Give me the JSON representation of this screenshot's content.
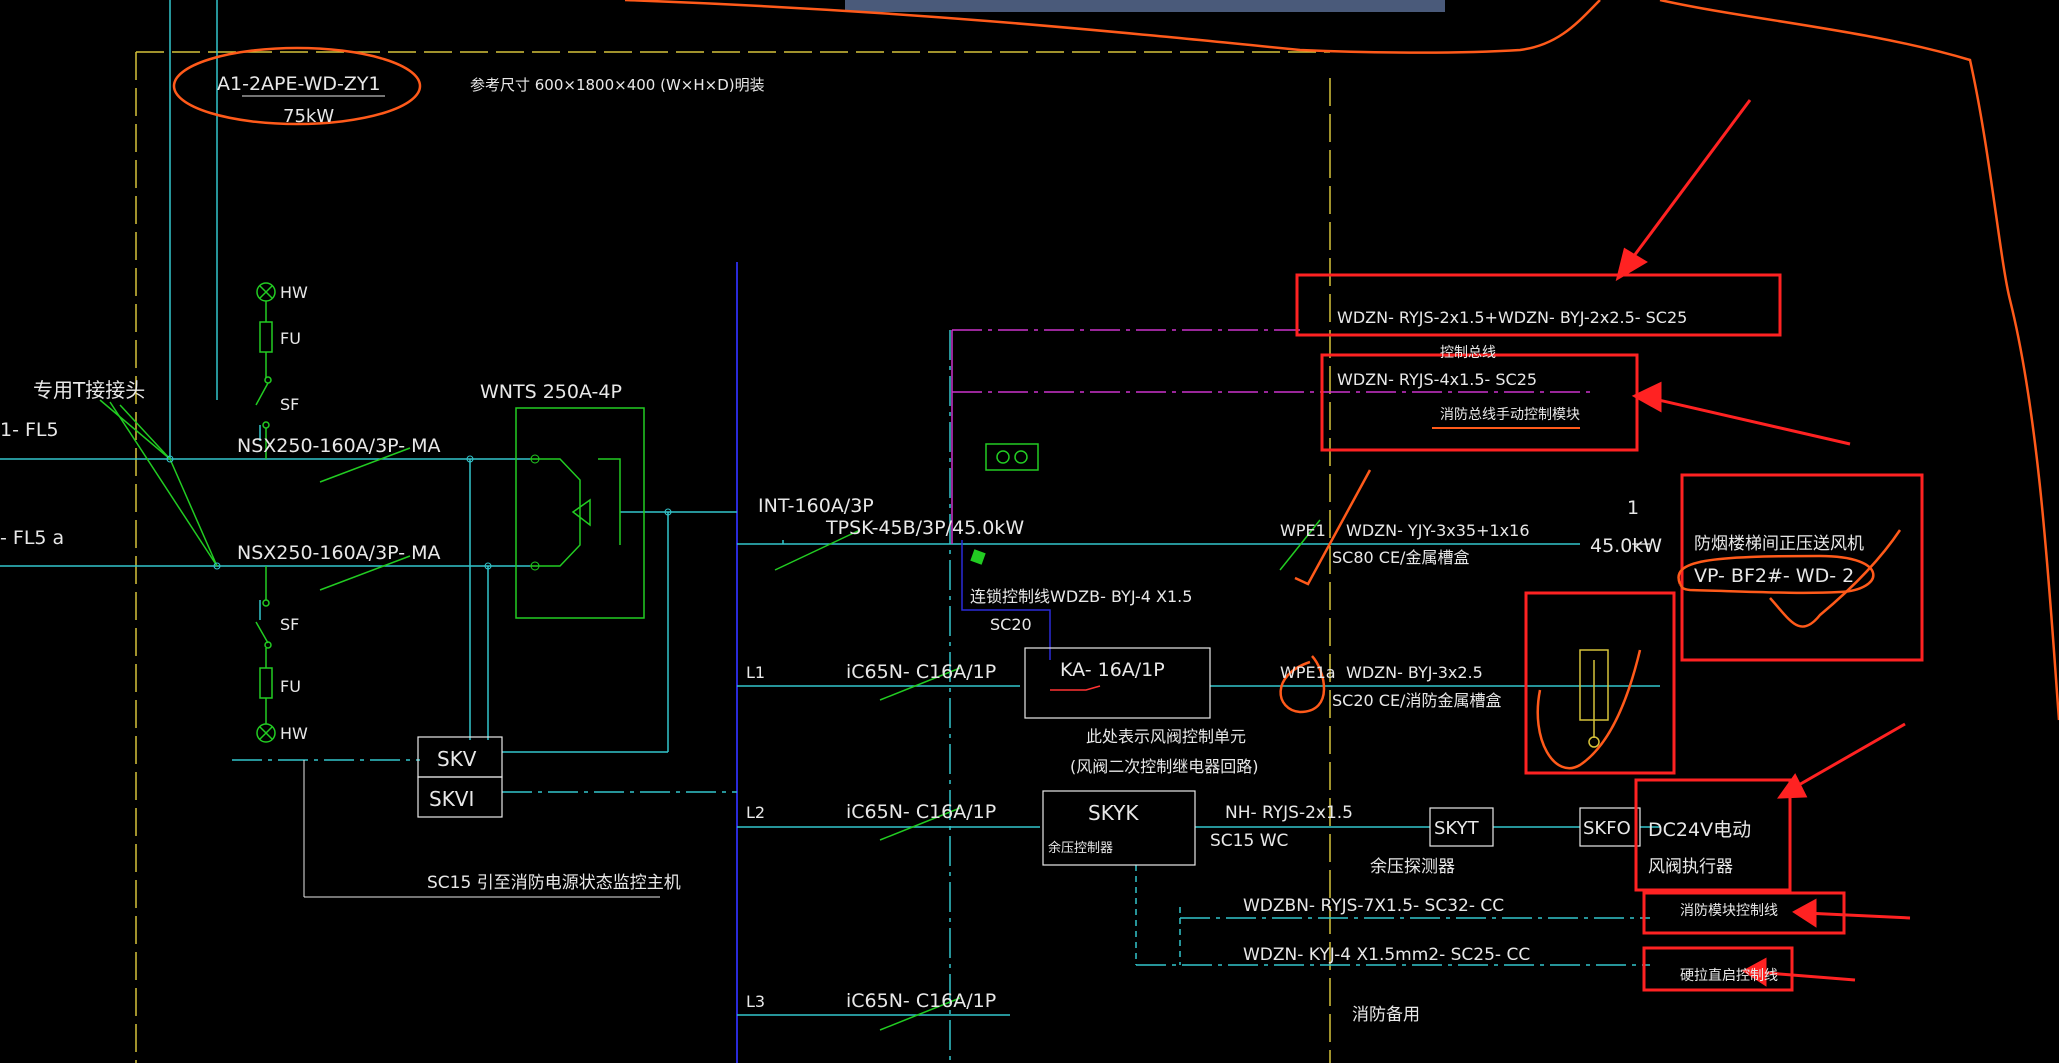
{
  "title_block": {
    "panel_id": "A1-2APE-WD-ZY1",
    "power": "75kW",
    "ref_size": "参考尺寸 600×1800×400 (W×H×D)明装"
  },
  "incoming": {
    "tap_label": "专用T接接头",
    "feeder_1": "1- FL5",
    "feeder_2": "- FL5 a",
    "breaker_1": "NSX250-160A/3P- MA",
    "breaker_2": "NSX250-160A/3P- MA",
    "ats": "WNTS 250A-4P",
    "hw_1": "HW",
    "fu_1": "FU",
    "sf_1": "SF",
    "sf_2": "SF",
    "fu_2": "FU",
    "hw_2": "HW",
    "skv": "SKV",
    "skvi": "SKVI",
    "monitor_note": "SC15  引至消防电源状态监控主机"
  },
  "main_circuit": {
    "int_switch": "INT-160A/3P",
    "tpsk": "TPSK-45B/3P/45.0kW",
    "wpe1": "WPE1",
    "cable_1": "WDZN- YJY-3x35+1x16",
    "conduit_1": "SC80  CE/金属槽盒",
    "fraction_top": "1",
    "fraction_bottom": "45.0kW",
    "fan_name": "防烟楼梯间正压送风机",
    "fan_id": "VP- BF2#- WD- 2",
    "interlock": "连锁控制线WDZB- BYJ-4 X1.5",
    "interlock_sc": "SC20"
  },
  "control_bus": {
    "line_1": "WDZN- RYJS-2x1.5+WDZN- BYJ-2x2.5- SC25",
    "line_1_label": "控制总线",
    "line_2": "WDZN- RYJS-4x1.5- SC25",
    "line_2_label": "消防总线手动控制模块"
  },
  "branches": {
    "l1": "L1",
    "l1_breaker": "iC65N- C16A/1P",
    "ka": "KA- 16A/1P",
    "wpe1a": "WPE1a",
    "cable_l1": "WDZN- BYJ-3x2.5",
    "conduit_l1": "SC20  CE/消防金属槽盒",
    "note_1": "此处表示风阀控制单元",
    "note_2": "(风阀二次控制继电器回路)",
    "l2": "L2",
    "l2_breaker": "iC65N- C16A/1P",
    "skyk": "SKYK",
    "skyk_sub": "余压控制器",
    "cable_l2": "NH- RYJS-2x1.5",
    "conduit_l2": "SC15  WC",
    "skyt": "SKYT",
    "skyt_label": "余压探测器",
    "skfo": "SKFO",
    "actuator_1": "DC24V电动",
    "actuator_2": "风阀执行器",
    "ctrl_line_1": "WDZBN- RYJS-7X1.5- SC32- CC",
    "ctrl_line_1_label": "消防模块控制线",
    "ctrl_line_2": "WDZN- KYJ-4 X1.5mm2- SC25- CC",
    "ctrl_line_2_label": "硬拉直启控制线",
    "l3": "L3",
    "l3_breaker": "iC65N- C16A/1P",
    "spare": "消防备用"
  },
  "colors": {
    "background": "#000000",
    "cyan": "#33c6cc",
    "green": "#22cc22",
    "yellow": "#d6c23a",
    "magenta": "#cc33cc",
    "blue": "#2a2ad8",
    "markup_red": "#ff2222",
    "markup_orange": "#ff5a1a",
    "text": "#e8e8e8"
  }
}
